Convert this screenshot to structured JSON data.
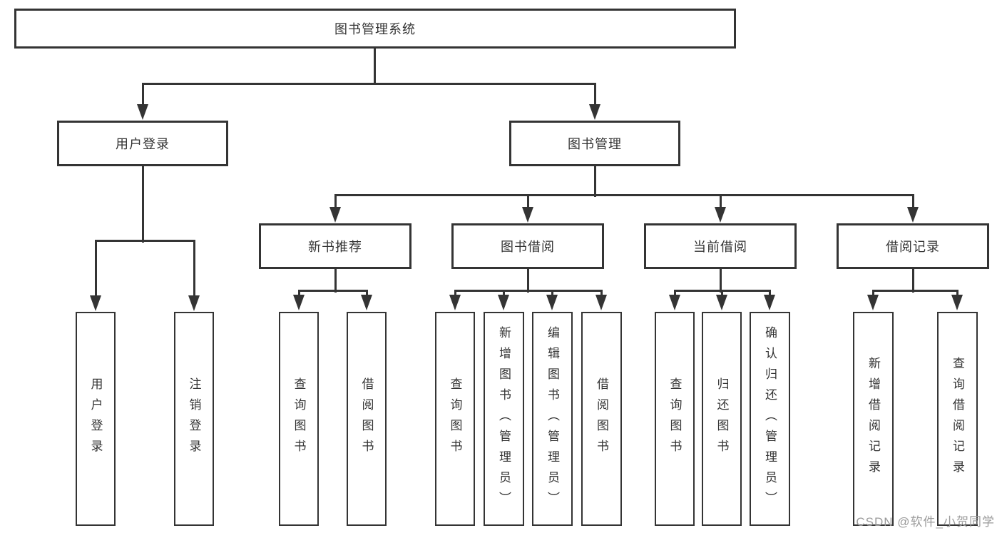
{
  "diagram": {
    "root": {
      "label": "图书管理系统"
    },
    "user_login": {
      "label": "用户登录",
      "children": [
        {
          "label": "用户登录"
        },
        {
          "label": "注销登录"
        }
      ]
    },
    "book_mgmt": {
      "label": "图书管理",
      "sections": [
        {
          "label": "新书推荐",
          "children": [
            {
              "label": "查询图书"
            },
            {
              "label": "借阅图书"
            }
          ]
        },
        {
          "label": "图书借阅",
          "children": [
            {
              "label": "查询图书"
            },
            {
              "label": "新增图书（管理员）"
            },
            {
              "label": "编辑图书（管理员）"
            },
            {
              "label": "借阅图书"
            }
          ]
        },
        {
          "label": "当前借阅",
          "children": [
            {
              "label": "查询图书"
            },
            {
              "label": "归还图书"
            },
            {
              "label": "确认归还（管理员）"
            }
          ]
        },
        {
          "label": "借阅记录",
          "children": [
            {
              "label": "新增借阅记录"
            },
            {
              "label": "查询借阅记录"
            }
          ]
        }
      ]
    },
    "watermark": {
      "text": "CSDN @软件_小贺同学"
    },
    "colors": {
      "line": "#343434",
      "text": "#333333",
      "watermark_text": "#9b9b9b",
      "background": "#ffffff"
    }
  }
}
